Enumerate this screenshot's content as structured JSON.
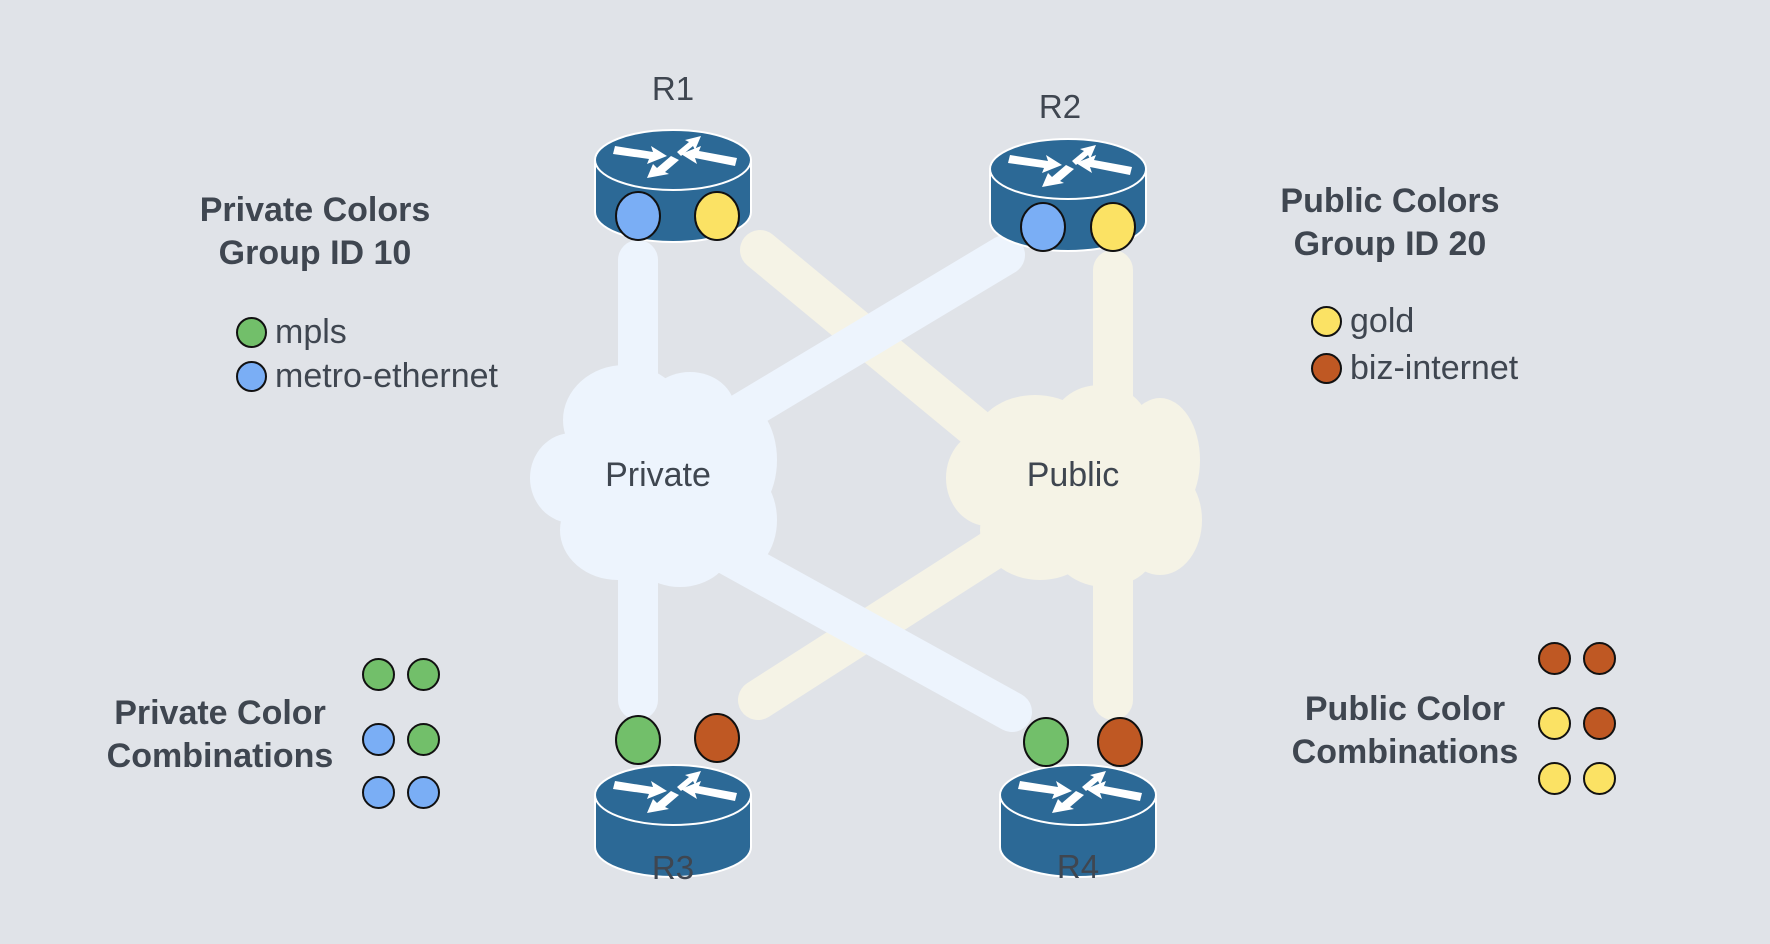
{
  "colors": {
    "mpls": "#72bf6a",
    "metro-ethernet": "#7aaef5",
    "gold": "#fbe264",
    "biz-internet": "#bf5823",
    "router_fill": "#2c6996",
    "private_link": "#edf4fd",
    "public_link": "#f5f3e6",
    "background": "#e0e3e8"
  },
  "routers": [
    {
      "name": "R1",
      "colors": [
        "metro-ethernet",
        "gold"
      ]
    },
    {
      "name": "R2",
      "colors": [
        "metro-ethernet",
        "gold"
      ]
    },
    {
      "name": "R3",
      "colors": [
        "mpls",
        "biz-internet"
      ]
    },
    {
      "name": "R4",
      "colors": [
        "mpls",
        "biz-internet"
      ]
    }
  ],
  "clouds": {
    "private": "Private",
    "public": "Public"
  },
  "private_group": {
    "title_line1": "Private Colors",
    "title_line2": "Group ID 10",
    "legend": [
      {
        "label": "mpls",
        "color": "mpls"
      },
      {
        "label": "metro-ethernet",
        "color": "metro-ethernet"
      }
    ]
  },
  "public_group": {
    "title_line1": "Public Colors",
    "title_line2": "Group ID 20",
    "legend": [
      {
        "label": "gold",
        "color": "gold"
      },
      {
        "label": "biz-internet",
        "color": "biz-internet"
      }
    ]
  },
  "private_combinations": {
    "title_line1": "Private Color",
    "title_line2": "Combinations",
    "pairs": [
      [
        "mpls",
        "mpls"
      ],
      [
        "metro-ethernet",
        "mpls"
      ],
      [
        "metro-ethernet",
        "metro-ethernet"
      ]
    ]
  },
  "public_combinations": {
    "title_line1": "Public Color",
    "title_line2": "Combinations",
    "pairs": [
      [
        "biz-internet",
        "biz-internet"
      ],
      [
        "gold",
        "biz-internet"
      ],
      [
        "gold",
        "gold"
      ]
    ]
  },
  "links": [
    {
      "from": "R1",
      "to": "Private",
      "type": "private"
    },
    {
      "from": "R1",
      "to": "Public",
      "type": "public"
    },
    {
      "from": "R2",
      "to": "Private",
      "type": "private"
    },
    {
      "from": "R2",
      "to": "Public",
      "type": "public"
    },
    {
      "from": "R3",
      "to": "Private",
      "type": "private"
    },
    {
      "from": "R3",
      "to": "Public",
      "type": "public"
    },
    {
      "from": "R4",
      "to": "Private",
      "type": "private"
    },
    {
      "from": "R4",
      "to": "Public",
      "type": "public"
    }
  ]
}
